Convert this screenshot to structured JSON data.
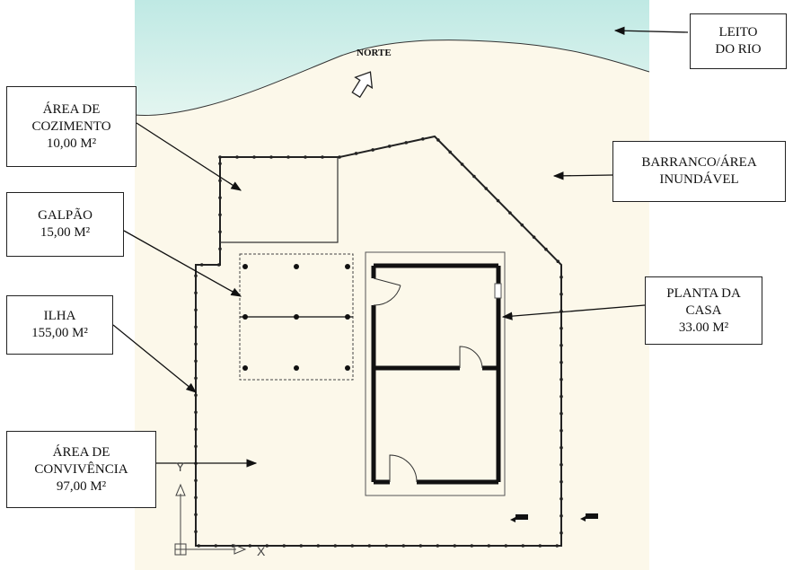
{
  "labels": {
    "leito": {
      "line1": "LEITO",
      "line2": "DO RIO"
    },
    "barranco": {
      "line1": "BARRANCO/ÁREA",
      "line2": "INUNDÁVEL"
    },
    "cozimento": {
      "line1": "ÁREA DE",
      "line2": "COZIMENTO",
      "line3": "10,00 M²"
    },
    "galpao": {
      "line1": "GALPÃO",
      "line2": "15,00 M²"
    },
    "ilha": {
      "line1": "ILHA",
      "line2": "155,00 M²"
    },
    "convivencia": {
      "line1": "ÁREA DE",
      "line2": "CONVIVÊNCIA",
      "line3": "97,00 M²"
    },
    "planta": {
      "line1": "PLANTA DA",
      "line2": "CASA",
      "line3": "33.00 M²"
    }
  },
  "north": {
    "label": "NORTE"
  },
  "axes": {
    "y_label": "Y",
    "x_label": "X"
  },
  "colors": {
    "river": "#d3f0ec",
    "land": "#fcf8ea",
    "line": "#222222",
    "background": "#ffffff"
  }
}
